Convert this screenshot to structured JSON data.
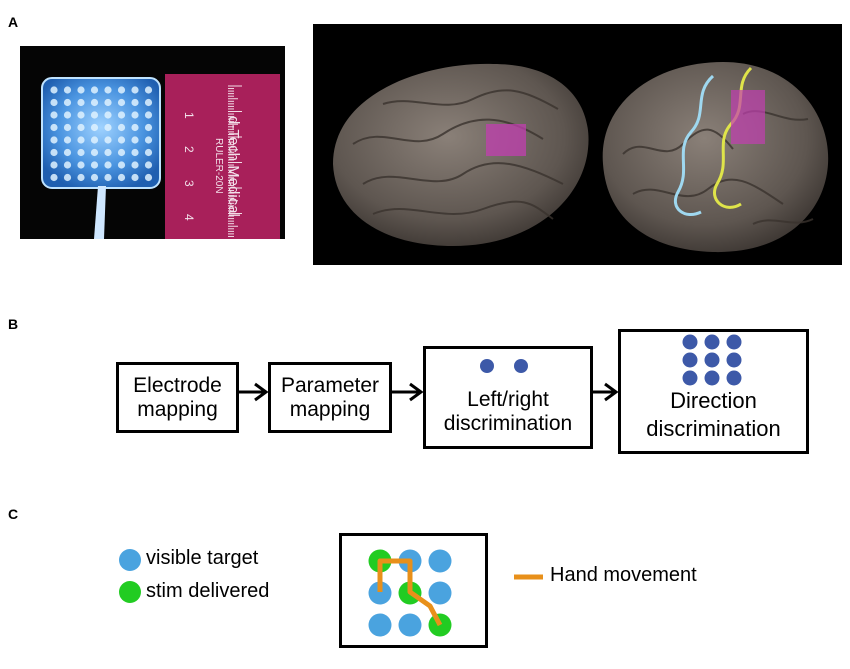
{
  "panels": {
    "a": "A",
    "b": "B",
    "c": "C"
  },
  "panel_a": {
    "ruler_brand": "d-Tech Medical",
    "ruler_model": "RULER-20N",
    "ruler_numbers": [
      "1",
      "2",
      "3",
      "4"
    ]
  },
  "flow": {
    "steps": [
      {
        "line1": "Electrode",
        "line2": "mapping"
      },
      {
        "line1": "Parameter",
        "line2": "mapping"
      },
      {
        "line1": "Left/right",
        "line2": "discrimination"
      },
      {
        "line1": "Direction",
        "line2": "discrimination"
      }
    ]
  },
  "legend": {
    "visible_target": "visible target",
    "stim_delivered": "stim delivered",
    "hand_movement": "Hand movement"
  },
  "colors": {
    "target_blue": "#4aa3df",
    "stim_green": "#22cc22",
    "hand_orange": "#e8901a",
    "dot_navy": "#3d59a8"
  }
}
